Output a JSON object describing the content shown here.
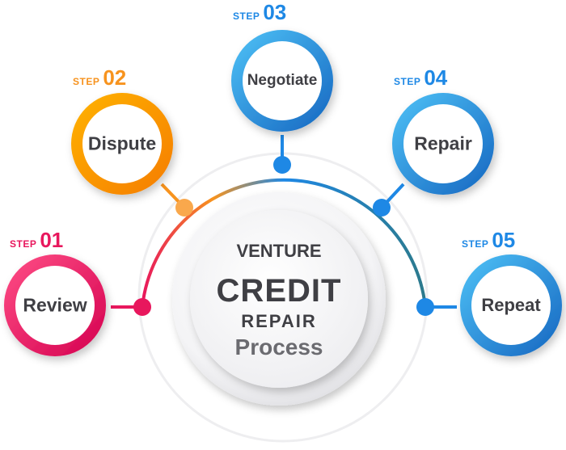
{
  "center": {
    "line1": "VENTURE",
    "line2": "CREDIT",
    "line3": "REPAIR",
    "line4": "Process"
  },
  "steps": [
    {
      "step_word": "STEP",
      "number": "01",
      "label": "Review",
      "color": "#e8175d"
    },
    {
      "step_word": "STEP",
      "number": "02",
      "label": "Dispute",
      "color": "#f7931e"
    },
    {
      "step_word": "STEP",
      "number": "03",
      "label": "Negotiate",
      "color": "#1e88e5"
    },
    {
      "step_word": "STEP",
      "number": "04",
      "label": "Repair",
      "color": "#1e88e5"
    },
    {
      "step_word": "STEP",
      "number": "05",
      "label": "Repeat",
      "color": "#1e88e5"
    }
  ],
  "colors": {
    "text_dark": "#3f3f44",
    "center_sub": "#6b6b70",
    "ring_outer": "#e9e9ec",
    "arc_start": "#e8175d",
    "arc_mid": "#f7931e",
    "arc_end": "#1e88e5",
    "arc_tail": "#2c7a8c"
  }
}
